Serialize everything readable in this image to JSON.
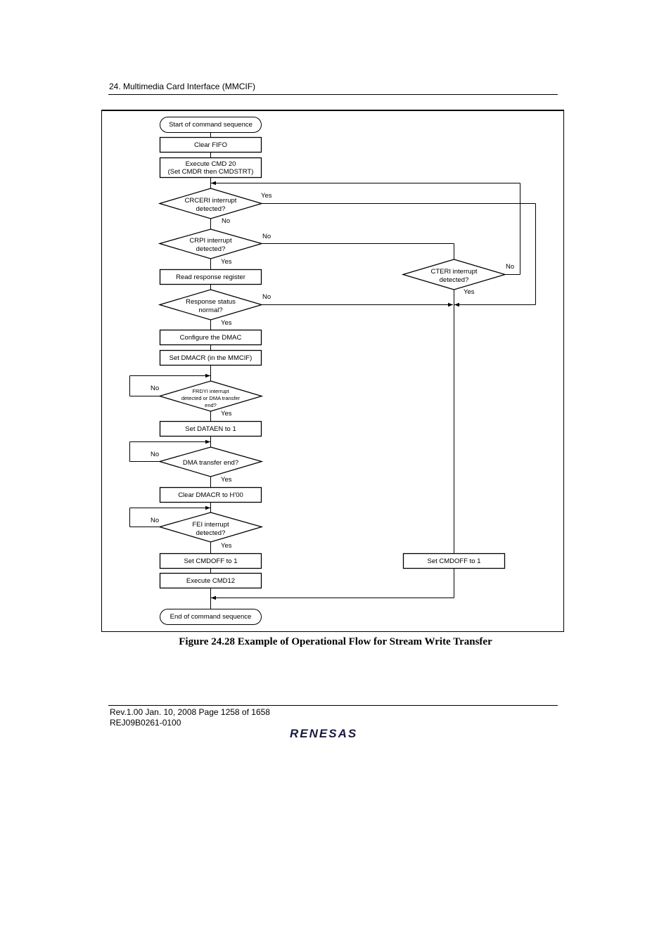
{
  "header": {
    "section": "24.   Multimedia Card Interface (MMCIF)"
  },
  "flow": {
    "start": "Start of command sequence",
    "clear_fifo": "Clear FIFO",
    "exec_cmd20": [
      "Execute CMD 20",
      "(Set CMDR then CMDSTRT)"
    ],
    "crceri": [
      "CRCERI interrupt",
      "detected?"
    ],
    "crpi": [
      "CRPI interrupt",
      "detected?"
    ],
    "read_resp": "Read response register",
    "resp_status": [
      "Response status",
      "normal?"
    ],
    "cteri": [
      "CTERI interrupt",
      "detected?"
    ],
    "config_dmac": "Configure the DMAC",
    "set_dmacr": "Set DMACR (in the MMCIF)",
    "frdyi": [
      "FRDYI interrupt",
      "detected or DMA transfer",
      "end?"
    ],
    "set_dataen": "Set DATAEN to 1",
    "dma_end": "DMA transfer end?",
    "clear_dmacr": "Clear DMACR to H'00",
    "fei": [
      "FEI interrupt",
      "detected?"
    ],
    "set_cmdoff_left": "Set CMDOFF to 1",
    "set_cmdoff_right": "Set CMDOFF to 1",
    "exec_cmd12": "Execute CMD12",
    "end": "End of command sequence",
    "yes": "Yes",
    "no": "No"
  },
  "caption": "Figure 24.28   Example of Operational Flow for Stream Write Transfer",
  "footer": {
    "rev": "Rev.1.00  Jan. 10, 2008  Page 1258 of 1658",
    "doc_id": "REJ09B0261-0100",
    "logo": "RENESAS"
  }
}
